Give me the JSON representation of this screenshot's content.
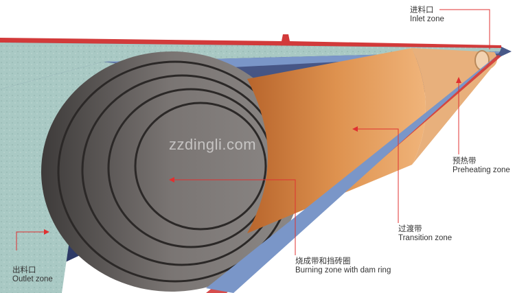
{
  "labels": {
    "inlet": {
      "zh": "进料口",
      "en": "Inlet zone"
    },
    "preheating": {
      "zh": "预热带",
      "en": "Preheating zone"
    },
    "transition": {
      "zh": "过渡带",
      "en": "Transition zone"
    },
    "burning": {
      "zh": "烧成带和挡砖圈",
      "en": "Burning zone with dam ring"
    },
    "outlet": {
      "zh": "出料口",
      "en": "Outlet zone"
    }
  },
  "watermark": "zzdingli.com",
  "colors": {
    "shell": "#3a4a78",
    "steel_red": "#d23a3a",
    "insulation": "#a9c9c4",
    "brick_blue": "#7a96c8",
    "burning_brick": "#6e6a68",
    "transition_brick": "#d6884a",
    "preheat_brick": "#e3a874",
    "leader": "#e03030"
  }
}
